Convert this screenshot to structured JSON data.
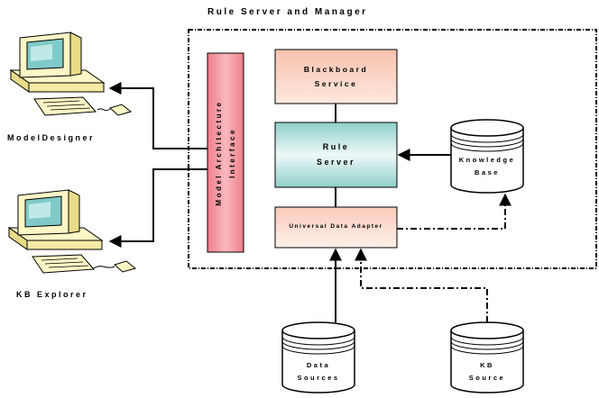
{
  "diagram": {
    "title": "Rule Server and Manager",
    "clients": [
      {
        "label": "ModelDesigner"
      },
      {
        "label": "KB Explorer"
      }
    ],
    "interface_label_line1": "Model Architecture",
    "interface_label_line2": "Interface",
    "blackboard": {
      "line1": "Blackboard",
      "line2": "Service"
    },
    "rule_server": {
      "line1": "Rule",
      "line2": "Server"
    },
    "adapter": {
      "label": "Universal Data Adapter"
    },
    "knowledge_base": {
      "line1": "Knowledge",
      "line2": "Base"
    },
    "data_sources": {
      "line1": "Data",
      "line2": "Sources"
    },
    "kb_source": {
      "line1": "KB",
      "line2": "Source"
    },
    "colors": {
      "interface_fill": "#f4a0a8",
      "blackboard_fill": "#fbd3c4",
      "rule_server_fill": "#bfe3df",
      "adapter_fill": "#fcdcd0",
      "cylinder_fill": "#ffffff",
      "line": "#000000"
    }
  }
}
